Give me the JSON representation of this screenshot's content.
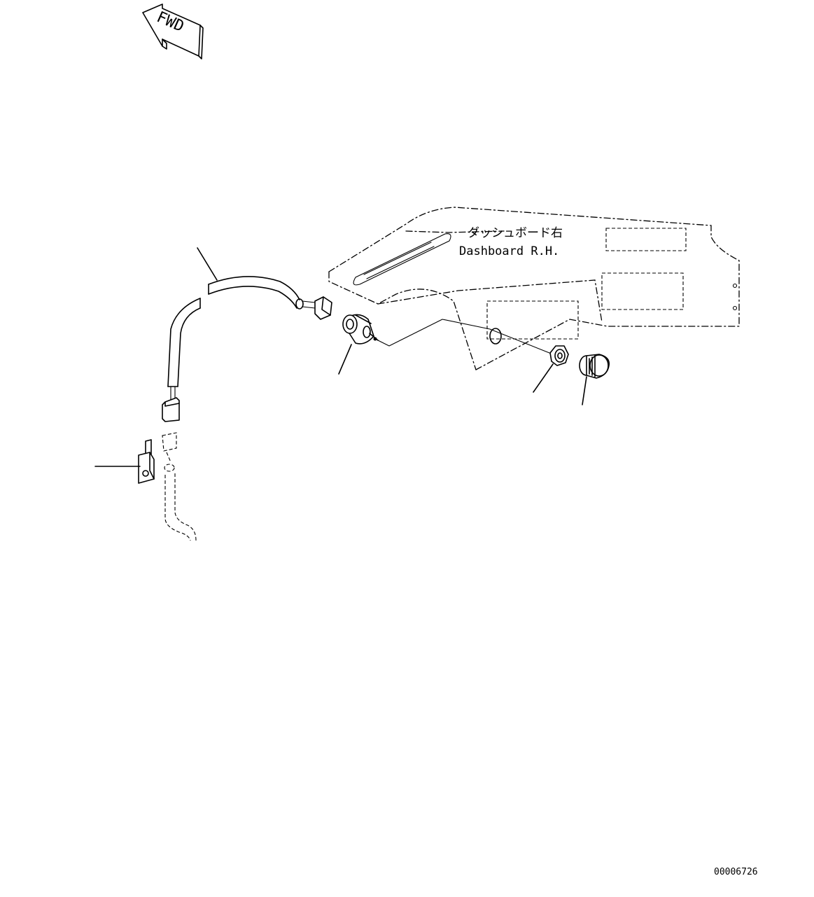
{
  "fwd_label": "FWD",
  "dashboard_label_jp": "ダッシュボード右",
  "dashboard_label_en": "Dashboard R.H.",
  "drawing_number": "00006726"
}
